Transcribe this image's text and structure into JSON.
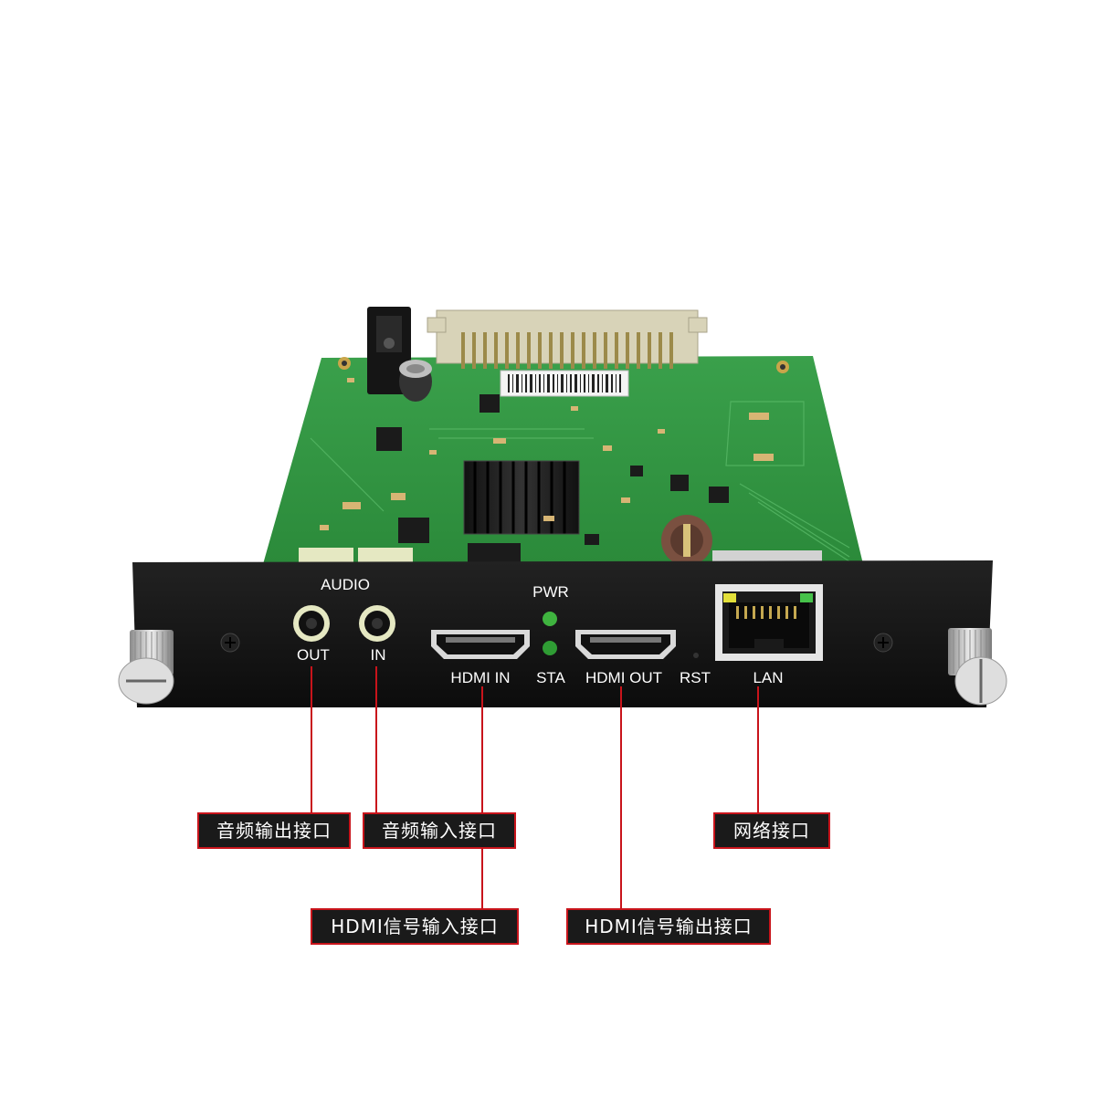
{
  "panel": {
    "audio": "AUDIO",
    "out": "OUT",
    "in": "IN",
    "pwr": "PWR",
    "hdmi_in": "HDMI IN",
    "sta": "STA",
    "hdmi_out": "HDMI OUT",
    "rst": "RST",
    "lan": "LAN"
  },
  "callouts": {
    "audio_out": "音频输出接口",
    "audio_in": "音频输入接口",
    "network": "网络接口",
    "hdmi_in": "HDMI信号输入接口",
    "hdmi_out": "HDMI信号输出接口"
  },
  "colors": {
    "pcb": "#2f8f3e",
    "panel": "#141414",
    "leader": "#c8141b",
    "led": "#3fb33f"
  }
}
